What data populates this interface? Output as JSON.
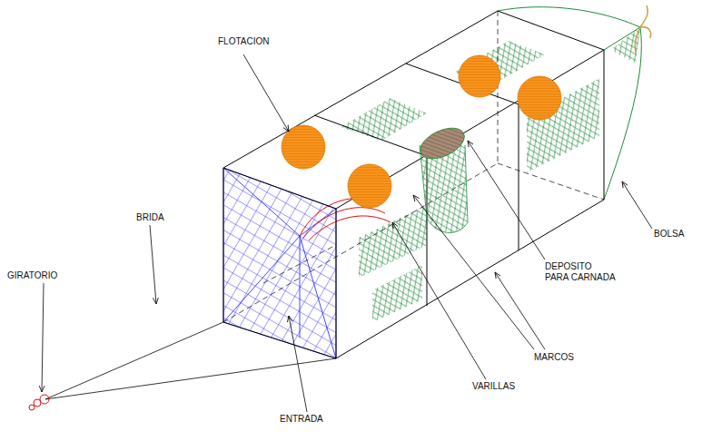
{
  "diagram": {
    "labels": [
      "FLOTACION",
      "BRIDA",
      "GIRATORIO",
      "ENTRADA",
      "VARILLAS",
      "DEPOSITO PARA CARNADA",
      "MARCOS",
      "BOLSA"
    ]
  }
}
